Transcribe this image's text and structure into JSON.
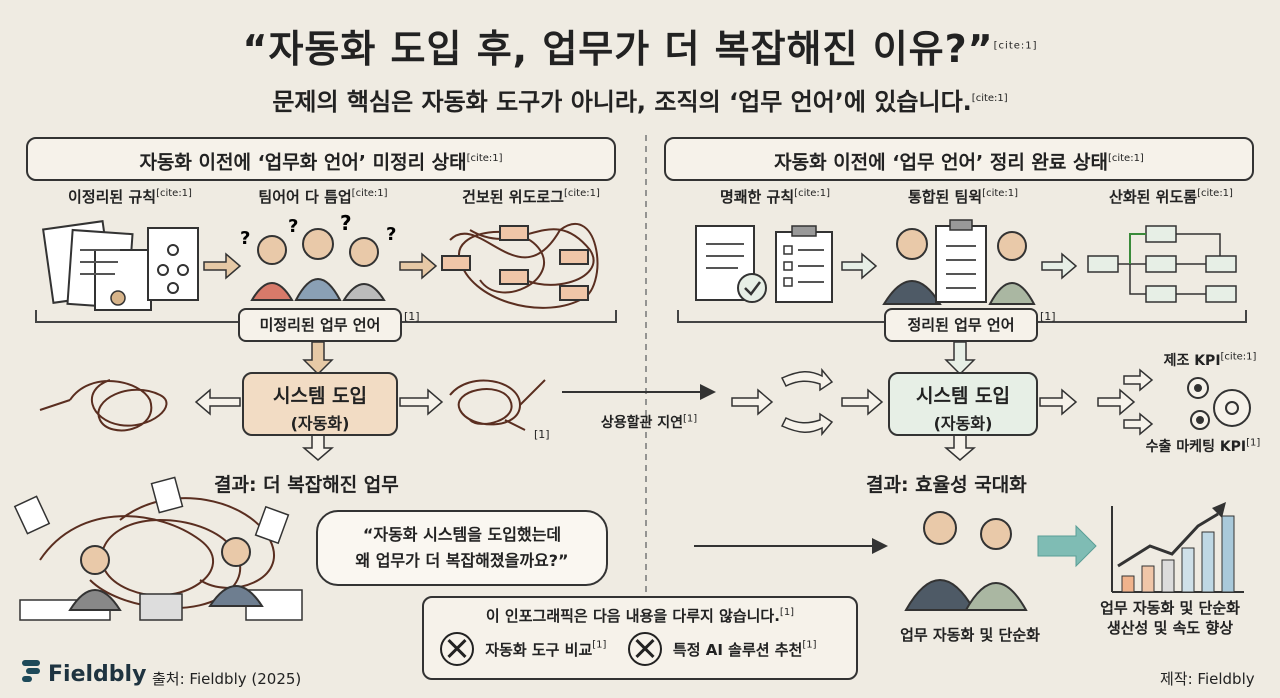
{
  "header": {
    "title": "“자동화 도입 후, 업무가 더 복잡해진 이유?”",
    "title_cite": "[cite:1]",
    "subtitle": "문제의 핵심은 자동화 도구가 아니라, 조직의 ‘업무 언어’에 있습니다.",
    "subtitle_cite": "[cite:1]"
  },
  "left": {
    "header": "자동화 이전에 ‘업무화 언어’ 미정리 상태",
    "header_cite": "[cite:1]",
    "items": [
      {
        "label": "이정리된 규칙",
        "cite": "[cite:1]"
      },
      {
        "label": "팀어어 다 틈업",
        "cite": "[cite:1]"
      },
      {
        "label": "건보된 위도로그",
        "cite": "[cite:1]"
      }
    ],
    "language_box": "미정리된 업무 언어",
    "language_cite": "[1]",
    "system_line1": "시스템 도입",
    "system_line2": "(자동화)",
    "system_cite": "[1]",
    "result": "결과: 더 복잡해진 업무",
    "quote_line1": "“자동화 시스템을 도입했는데",
    "quote_line2": "왜 업무가 더 복잡해졌을까요?”"
  },
  "middle": {
    "delay_label": "상용할관 지연",
    "delay_cite": "[1]"
  },
  "right": {
    "header": "자동화 이전에 ‘업무 언어’ 정리 완료 상태",
    "header_cite": "[cite:1]",
    "items": [
      {
        "label": "명쾌한 규칙",
        "cite": "[cite:1]"
      },
      {
        "label": "통합된 팀윅",
        "cite": "[cite:1]"
      },
      {
        "label": "산화된 위도롬",
        "cite": "[cite:1]"
      }
    ],
    "language_box": "정리된 업무 언어",
    "language_cite": "[1]",
    "system_line1": "시스템 도입",
    "system_line2": "(자동화)",
    "kpi_top": "제조 KPI",
    "kpi_top_cite": "[cite:1]",
    "kpi_bottom": "수출 마케팅 KPI",
    "kpi_bottom_cite": "[1]",
    "result": "결과: 효율성 국대화",
    "people_caption": "업무 자동화 및 단순화",
    "chart_caption_line1": "업무 자동화 및 단순화",
    "chart_caption_line2": "생산성 및 속도 향상"
  },
  "note": {
    "text": "이 인포그래픽은 다음 내용을 다루지 않습니다.",
    "cite": "[1]",
    "item1": "자동화 도구 비교",
    "item1_cite": "[1]",
    "item2": "특정 AI 솔루션 추천",
    "item2_cite": "[1]"
  },
  "footer": {
    "logo": "Fieldbly",
    "source": "출처: Fieldbly (2025)",
    "credit": "제작: Fieldbly"
  },
  "colors": {
    "background": "#efebe2",
    "left_accent": "#f2dcc4",
    "right_accent": "#e7efe6",
    "tangle": "#6b3a2a",
    "arrow_teal": "#7fbcb4"
  }
}
